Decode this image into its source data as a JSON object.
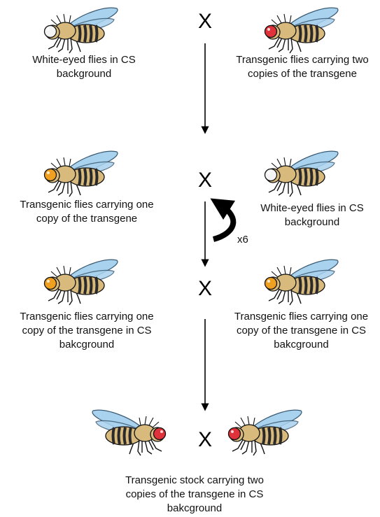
{
  "diagram": {
    "cross_symbol": "X",
    "repeat_label": "x6",
    "labels": {
      "p1_left": [
        "White-eyed flies in CS",
        "background"
      ],
      "p1_right": [
        "Transgenic flies carrying two",
        "copies of the transgene"
      ],
      "p2_left": [
        "Transgenic flies carrying one",
        "copy of the transgene"
      ],
      "p2_right": [
        "White-eyed flies in CS",
        "background"
      ],
      "p3_left": [
        "Transgenic flies carrying one",
        "copy of the transgene in CS",
        "bakcground"
      ],
      "p3_right": [
        "Transgenic flies carrying one",
        "copy of the transgene in CS",
        "bakcground"
      ],
      "p4": [
        "Transgenic stock carrying two",
        "copies of the transgene in CS",
        "bakcground"
      ]
    },
    "flies": [
      {
        "id": "fly-white-eyed-1",
        "eye": "white"
      },
      {
        "id": "fly-red-eyed-1",
        "eye": "red"
      },
      {
        "id": "fly-orange-eyed-1",
        "eye": "orange"
      },
      {
        "id": "fly-white-eyed-2",
        "eye": "white"
      },
      {
        "id": "fly-orange-eyed-2",
        "eye": "orange"
      },
      {
        "id": "fly-orange-eyed-3",
        "eye": "orange"
      },
      {
        "id": "fly-red-eyed-2",
        "eye": "red",
        "mirrored": true
      },
      {
        "id": "fly-red-eyed-3",
        "eye": "red"
      }
    ],
    "colors": {
      "eye_white": "#f4f4f4",
      "eye_red": "#e0323a",
      "eye_orange": "#f0a020",
      "wing": "#a9d2ee",
      "body_tan": "#d8ba7c",
      "stripe": "#2a2a2a",
      "line": "#000000"
    }
  }
}
